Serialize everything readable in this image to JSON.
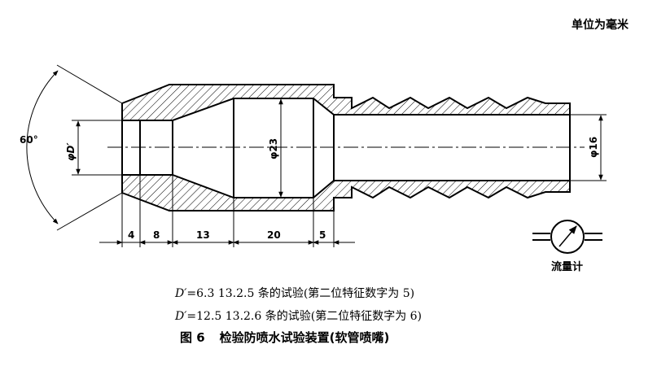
{
  "unit_label": "单位为毫米",
  "angle_label": "60°",
  "diam_D_label": "φD′",
  "diam_23_label": "φ23",
  "diam_16_label": "φ16",
  "segments": [
    "4",
    "8",
    "13",
    "20",
    "5"
  ],
  "flowmeter_label": "流量计",
  "notes": [
    {
      "symbol": "D′",
      "text": "=6.3 13.2.5 条的试验(第二位特征数字为 5)"
    },
    {
      "symbol": "D′",
      "text": "=12.5 13.2.6 条的试验(第二位特征数字为 6)"
    }
  ],
  "caption": {
    "number": "图 6",
    "title": "检验防喷水试验装置(软管喷嘴)"
  }
}
